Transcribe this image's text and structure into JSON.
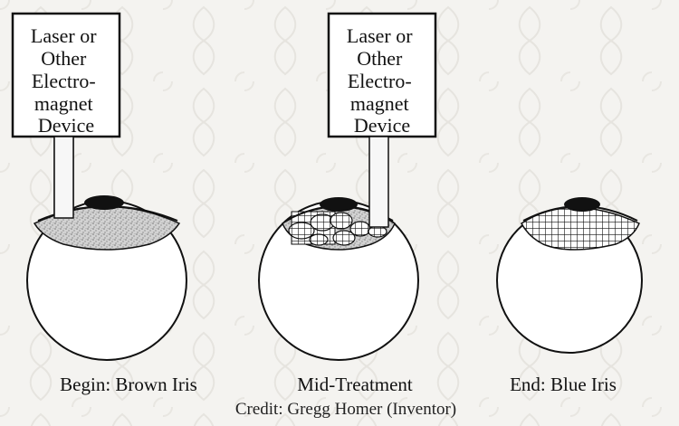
{
  "panels": [
    {
      "device_lines": [
        "Laser or",
        "Other",
        "Electro-",
        "magnet",
        "Device"
      ],
      "caption": "Begin: Brown Iris"
    },
    {
      "device_lines": [
        "Laser or",
        "Other",
        "Electro-",
        "magnet",
        "Device"
      ],
      "caption": "Mid-Treatment"
    },
    {
      "caption": "End: Blue Iris"
    }
  ],
  "credit": "Credit: Gregg Homer (Inventor)",
  "colors": {
    "background": "#f4f3f0",
    "ink": "#111111",
    "stipple": "#9a9a9a"
  }
}
